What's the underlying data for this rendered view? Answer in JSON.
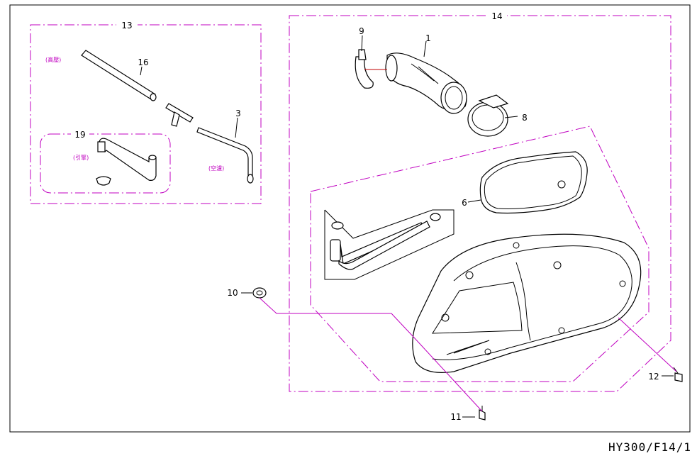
{
  "diagram": {
    "sheet_code": "HY300/F14/1",
    "group_labels": {
      "g13": "13",
      "g14": "14",
      "g19": "19"
    },
    "callouts": {
      "p1": "1",
      "p3": "3",
      "p6": "6",
      "p8": "8",
      "p9": "9",
      "p10": "10",
      "p11": "11",
      "p12": "12",
      "p16": "16"
    },
    "tags": {
      "t_top": "(高壓)",
      "t_mid": "(引擎)",
      "t_right": "(空濾)"
    },
    "colors": {
      "group_outline": "#c000c0",
      "leader": "#c000c0",
      "frame": "#000000"
    }
  }
}
